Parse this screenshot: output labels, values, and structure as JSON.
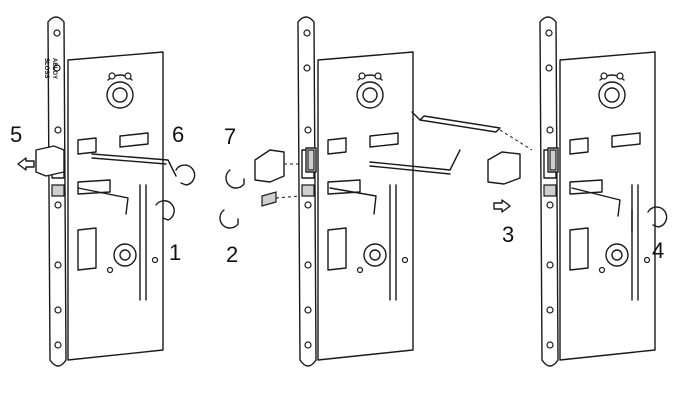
{
  "brand": {
    "line1": "ABLOY",
    "line2": "SLOSS"
  },
  "steps": {
    "s1": "1",
    "s2": "2",
    "s3": "3",
    "s4": "4",
    "s5": "5",
    "s6": "6",
    "s7": "7"
  },
  "colors": {
    "ink": "#1a1a1a",
    "fill": "#ffffff",
    "shade": "#cfcfcf"
  }
}
